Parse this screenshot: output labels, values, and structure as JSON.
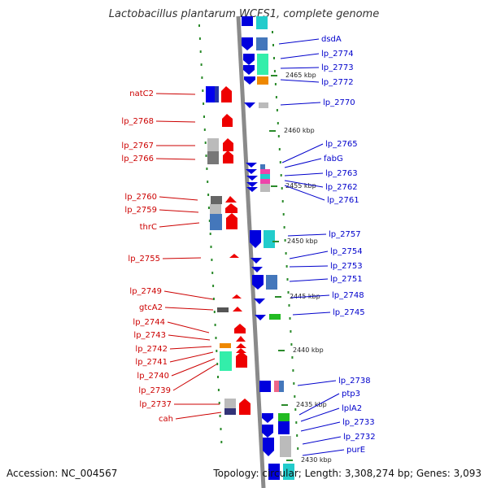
{
  "title": "Lactobacillus plantarum WCFS1, complete genome",
  "footer": {
    "accession": "Accession: NC_004567",
    "topology": "Topology: circular; Length: 3,308,274 bp; Genes: 3,093"
  },
  "scale_labels": [
    "2465 kbp",
    "2460 kbp",
    "2455 kbp",
    "2450 kbp",
    "2445 kbp",
    "2440 kbp",
    "2435 kbp",
    "2430 kbp"
  ],
  "left_genes": [
    "natC2",
    "lp_2768",
    "lp_2767",
    "lp_2766",
    "lp_2760",
    "lp_2759",
    "thrC",
    "lp_2755",
    "lp_2749",
    "gtcA2",
    "lp_2744",
    "lp_2743",
    "lp_2742",
    "lp_2741",
    "lp_2740",
    "lp_2739",
    "lp_2737",
    "cah"
  ],
  "right_genes": [
    "dsdA",
    "lp_2774",
    "lp_2773",
    "lp_2772",
    "lp_2770",
    "lp_2765",
    "fabG",
    "lp_2763",
    "lp_2762",
    "lp_2761",
    "lp_2757",
    "lp_2754",
    "lp_2753",
    "lp_2751",
    "lp_2748",
    "lp_2745",
    "lp_2738",
    "ptp3",
    "lplA2",
    "lp_2733",
    "lp_2732",
    "purE"
  ],
  "colors": {
    "backbone": "#8a8a8a",
    "left_label": "#cc0000",
    "right_label": "#0000cc",
    "reverse_gene": "#ee0000",
    "forward_gene": "#0000dd",
    "tick": "#2a8a2a"
  }
}
